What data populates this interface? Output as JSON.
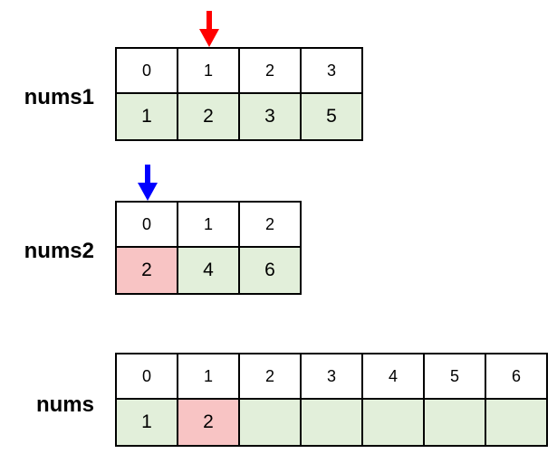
{
  "arrays": [
    {
      "id": "nums1",
      "label": "nums1",
      "indices": [
        "0",
        "1",
        "2",
        "3"
      ],
      "values": [
        "1",
        "2",
        "3",
        "5"
      ],
      "highlighted_cell": null,
      "pointer_index": 1,
      "pointer_color": "#ff0000"
    },
    {
      "id": "nums2",
      "label": "nums2",
      "indices": [
        "0",
        "1",
        "2"
      ],
      "values": [
        "2",
        "4",
        "6"
      ],
      "highlighted_cell": 0,
      "pointer_index": 0,
      "pointer_color": "#0000ff"
    },
    {
      "id": "nums",
      "label": "nums",
      "indices": [
        "0",
        "1",
        "2",
        "3",
        "4",
        "5",
        "6"
      ],
      "values": [
        "1",
        "2",
        "",
        "",
        "",
        "",
        ""
      ],
      "highlighted_cell": 1,
      "pointer_index": null,
      "pointer_color": null
    }
  ],
  "colors": {
    "filled_cell": "#e2efda",
    "highlight_cell": "#f8c4c4",
    "border": "#000000"
  }
}
